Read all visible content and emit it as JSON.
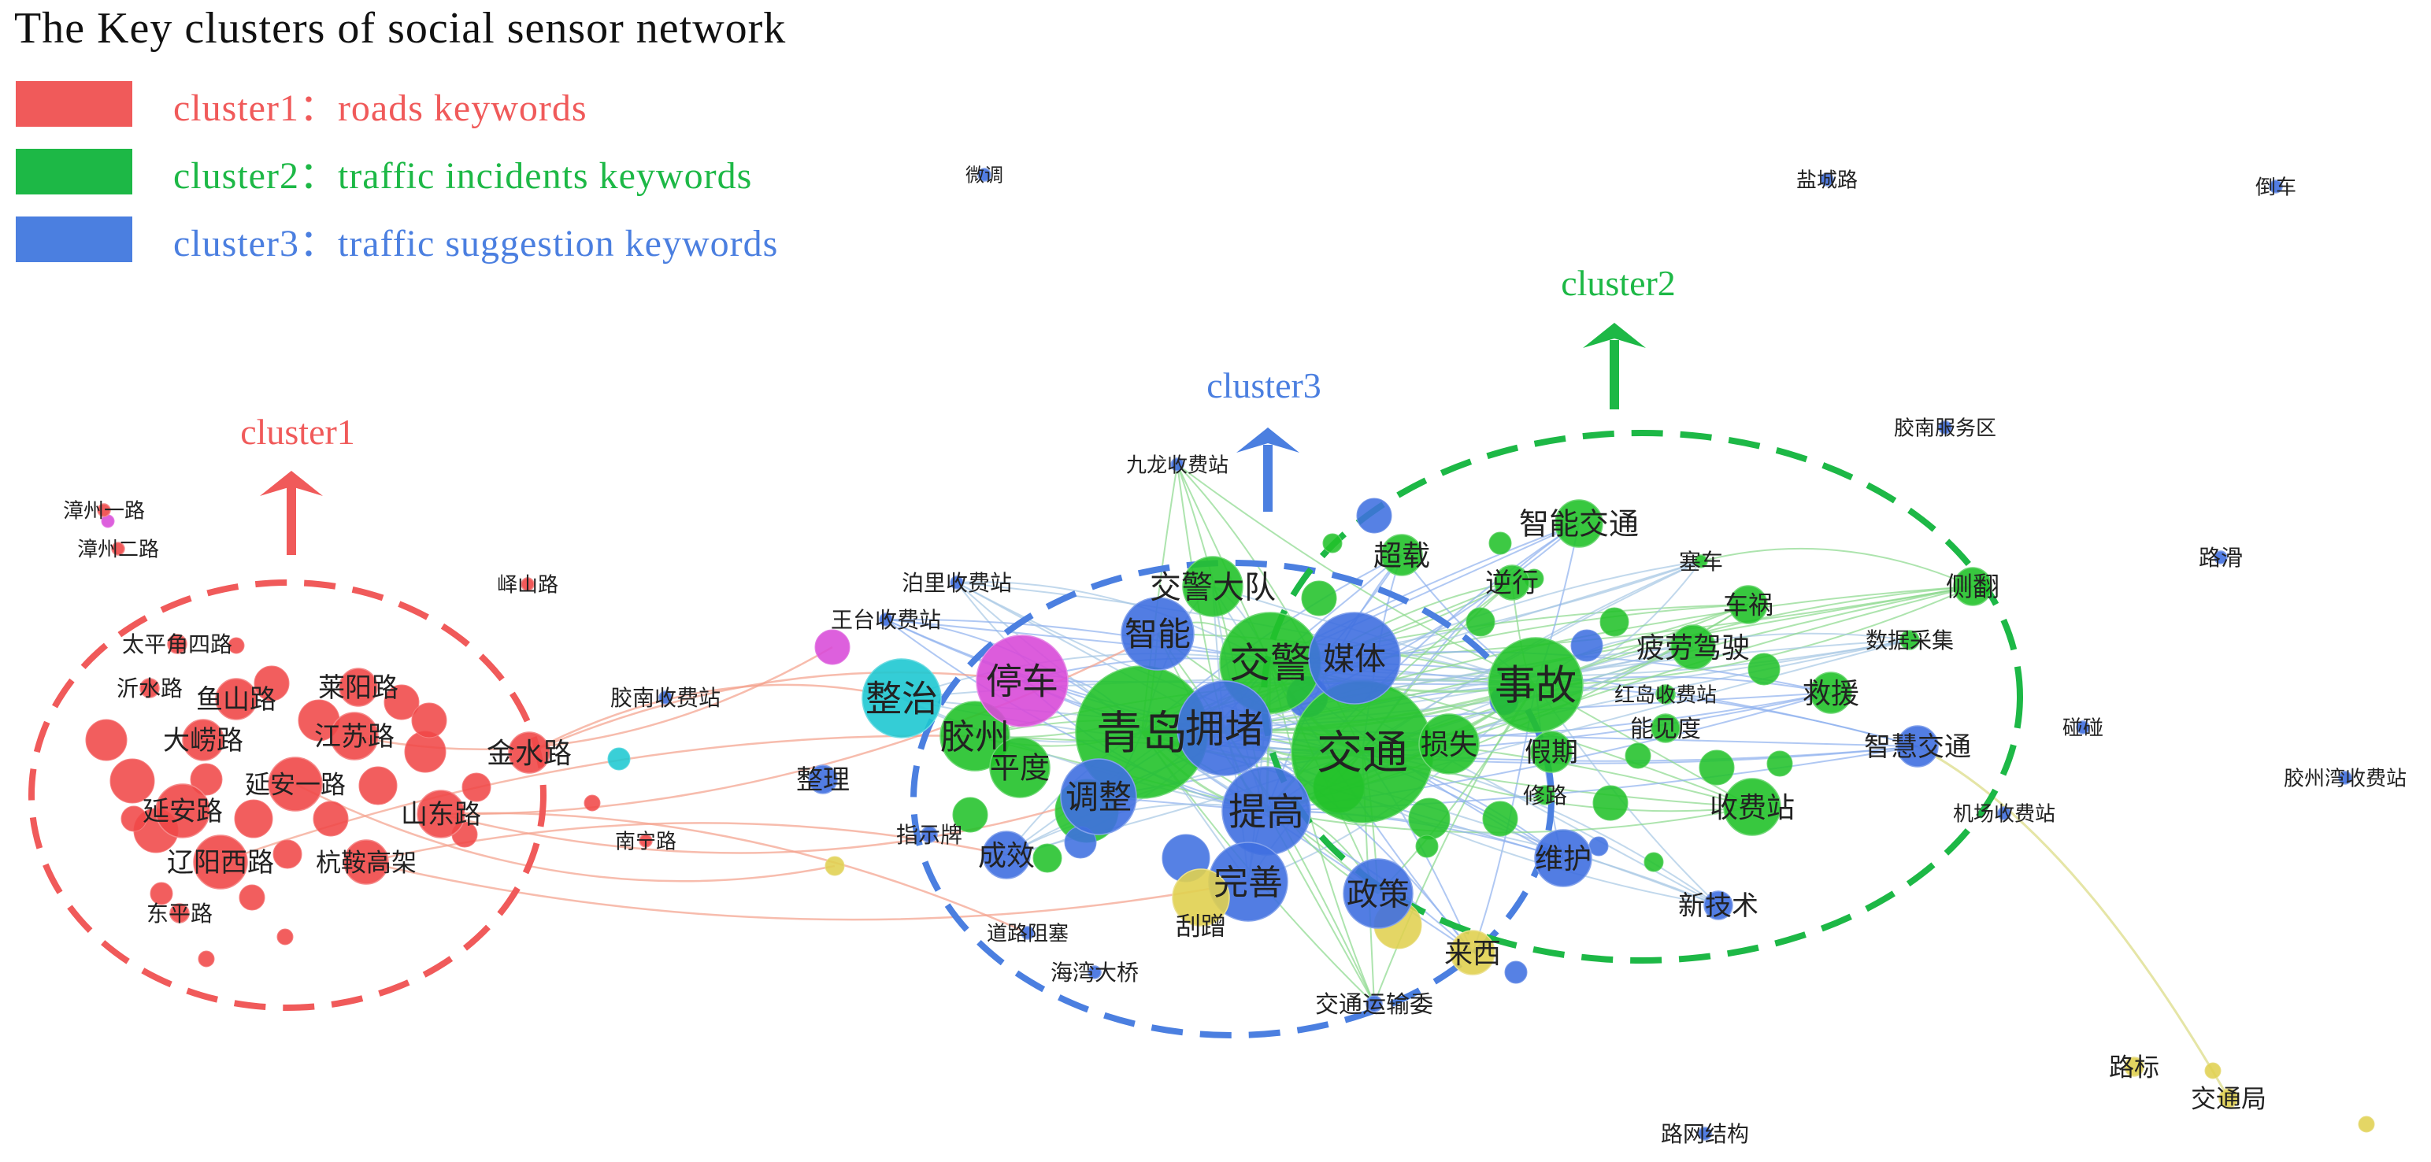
{
  "title": "The Key clusters of social sensor network",
  "legend": [
    {
      "label": "cluster1：roads keywords",
      "color": "#f05a5a"
    },
    {
      "label": "cluster2：traffic incidents keywords",
      "color": "#1db846"
    },
    {
      "label": "cluster3：traffic suggestion keywords",
      "color": "#4b7fe0"
    }
  ],
  "clusters": {
    "cluster1": {
      "label": "cluster1",
      "color": "#f05a5a"
    },
    "cluster2": {
      "label": "cluster2",
      "color": "#1db846"
    },
    "cluster3": {
      "label": "cluster3",
      "color": "#4b7fe0"
    }
  },
  "colors": {
    "red": "#f04848",
    "green": "#22c22a",
    "blue": "#3f6fe0",
    "cyan": "#1ec8d2",
    "magenta": "#d84ad8",
    "yellow": "#e0d050",
    "label": "#222222"
  },
  "keywords": {
    "red": [
      "太平角四路",
      "鱼山路",
      "莱阳路",
      "沂水路",
      "大崂路",
      "江苏路",
      "延安一路",
      "延安路",
      "山东路",
      "辽阳西路",
      "杭鞍高架",
      "东平路",
      "金水路",
      "漳州一路",
      "漳州二路",
      "峄山路",
      "南宁路"
    ],
    "green": [
      "交通",
      "青岛",
      "交警",
      "事故",
      "交警大队",
      "胶州",
      "平度",
      "智能交通",
      "超载",
      "逆行",
      "塞车",
      "车祸",
      "侧翻",
      "疲劳驾驶",
      "数据采集",
      "救援",
      "红岛收费站",
      "能见度",
      "假期",
      "损失",
      "修路",
      "收费站"
    ],
    "blue": [
      "拥堵",
      "提高",
      "智能",
      "调整",
      "完善",
      "政策",
      "维护",
      "成效",
      "整理",
      "智慧交通",
      "新技术",
      "媒体",
      "指示牌",
      "道路阻塞",
      "海湾大桥",
      "交通运输委",
      "路网结构",
      "盐城路",
      "倒车",
      "路滑",
      "胶州湾收费站",
      "机场收费站",
      "碰碰",
      "胶南服务区",
      "九龙收费站",
      "泊里收费站",
      "王台收费站",
      "胶南收费站",
      "微调"
    ],
    "cyan": [
      "整治"
    ],
    "magenta": [
      "停车"
    ],
    "yellow": [
      "刮蹭",
      "来西",
      "路标",
      "交通局"
    ]
  }
}
